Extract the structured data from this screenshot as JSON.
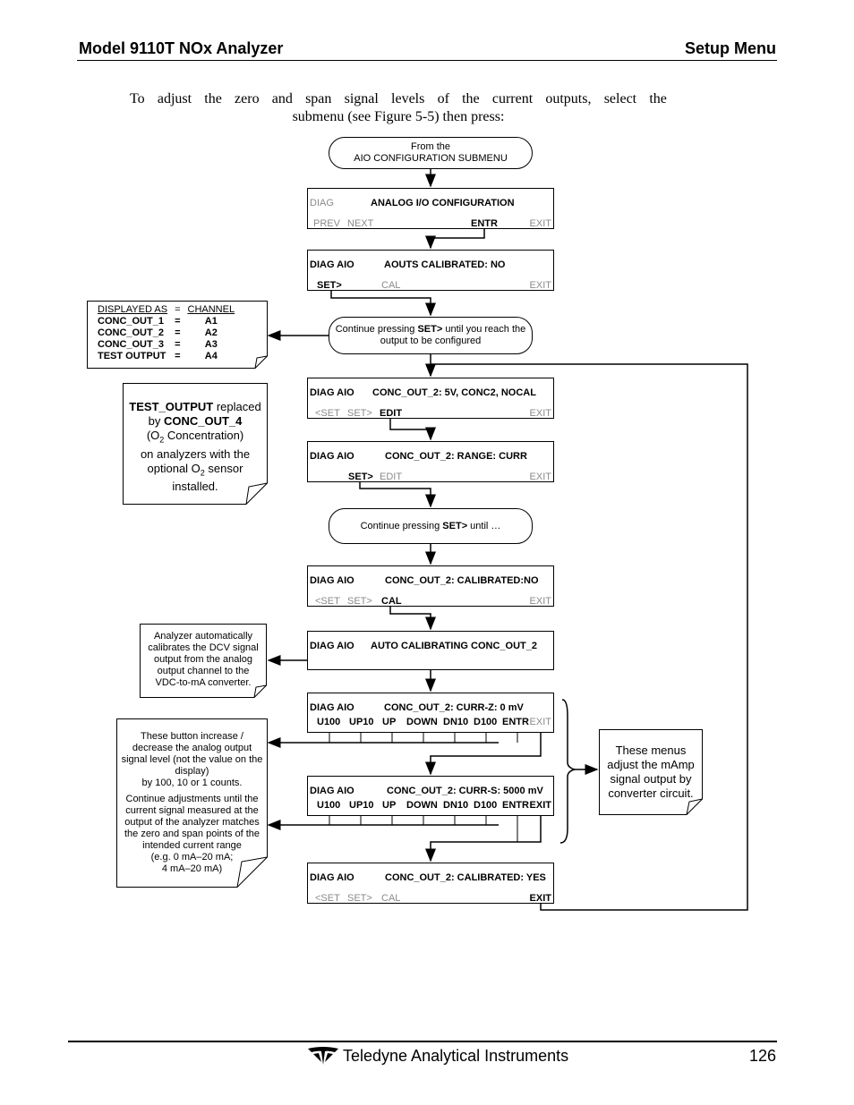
{
  "header": {
    "left": "Model 9110T NOx Analyzer",
    "right": "Setup Menu"
  },
  "intro": {
    "line1": [
      "To",
      "adjust",
      "the",
      "zero",
      "and",
      "span",
      "signal",
      "levels",
      "of",
      "the",
      "current",
      "outputs,",
      "select",
      "the"
    ],
    "line2": "submenu (see Figure 5-5) then press:"
  },
  "flow": {
    "start": {
      "line1": "From the",
      "line2": "AIO CONFIGURATION SUBMENU"
    },
    "s1": {
      "mode": "DIAG",
      "title": "ANALOG I/O CONFIGURATION",
      "b1": "PREV",
      "b2": "NEXT",
      "b3": "ENTR",
      "exit": "EXIT"
    },
    "s2": {
      "mode": "DIAG AIO",
      "title": "AOUTS CALIBRATED: NO",
      "b1": "SET>",
      "b2": "CAL",
      "exit": "EXIT"
    },
    "cont1": {
      "pre": "Continue pressing ",
      "key": "SET>",
      "post": " until you reach the",
      "line2": "output to be configured"
    },
    "s3": {
      "mode": "DIAG AIO",
      "title": "CONC_OUT_2: 5V, CONC2, NOCAL",
      "b1": "<SET",
      "b2": "SET>",
      "b3": "EDIT",
      "exit": "EXIT"
    },
    "s4": {
      "mode": "DIAG AIO",
      "title": "CONC_OUT_2: RANGE: CURR",
      "b1": "SET>",
      "b2": "EDIT",
      "exit": "EXIT"
    },
    "cont2": {
      "pre": "Continue pressing ",
      "key": "SET>",
      "post": " until …"
    },
    "s5": {
      "mode": "DIAG AIO",
      "title": "CONC_OUT_2: CALIBRATED:NO",
      "b1": "<SET",
      "b2": "SET>",
      "b3": "CAL",
      "exit": "EXIT"
    },
    "s6": {
      "mode": "DIAG AIO",
      "title": "AUTO CALIBRATING CONC_OUT_2"
    },
    "s7": {
      "mode": "DIAG AIO",
      "title": "CONC_OUT_2:  CURR-Z: 0 mV",
      "keys": [
        "U100",
        "UP10",
        "UP",
        "DOWN",
        "DN10",
        "D100",
        "ENTR"
      ],
      "exit": "EXIT"
    },
    "s8": {
      "mode": "DIAG AIO",
      "title": "CONC_OUT_2:  CURR-S: 5000 mV",
      "keys": [
        "U100",
        "UP10",
        "UP",
        "DOWN",
        "DN10",
        "D100",
        "ENTR"
      ],
      "exit": "EXIT"
    },
    "s9": {
      "mode": "DIAG AIO",
      "title": "CONC_OUT_2: CALIBRATED: YES",
      "b1": "<SET",
      "b2": "SET>",
      "b3": "CAL",
      "exit": "EXIT"
    }
  },
  "channel_table": {
    "head_a": "DISPLAYED AS",
    "head_eq": "=",
    "head_b": "CHANNEL",
    "rows": [
      {
        "name": "CONC_OUT_1",
        "eq": "=",
        "ch": "A1"
      },
      {
        "name": "CONC_OUT_2",
        "eq": "=",
        "ch": "A2"
      },
      {
        "name": "CONC_OUT_3",
        "eq": "=",
        "ch": "A3"
      },
      {
        "name": "TEST OUTPUT",
        "eq": "=",
        "ch": "A4"
      }
    ]
  },
  "notes": {
    "test_output": {
      "k1": "TEST_OUTPUT",
      "t1": " replaced",
      "t2": "by ",
      "k2": "CONC_OUT_4",
      "t3a": "(O",
      "sub1": "2",
      "t3b": " Concentration)",
      "t4": "on analyzers with the",
      "t5a": "optional O",
      "sub2": "2",
      "t5b": " sensor",
      "t6": "installed."
    },
    "auto": [
      "Analyzer automatically",
      "calibrates the DCV signal",
      "output from the analog",
      "output channel to the",
      "VDC-to-mA converter."
    ],
    "buttons": [
      "These button increase /",
      "decrease the analog output",
      "signal level (not the value on the",
      "display)",
      "by 100, 10 or 1 counts.",
      "Continue adjustments until the",
      "current signal measured at the",
      "output of the analyzer matches",
      "the zero and span points of the",
      "intended current range",
      "(e.g.   0 mA–20 mA;",
      "4 mA–20 mA)"
    ],
    "menus": [
      "These menus",
      "adjust the mAmp",
      "signal output by",
      "converter circuit."
    ]
  },
  "footer": {
    "company": "Teledyne Analytical Instruments",
    "page": "126"
  }
}
